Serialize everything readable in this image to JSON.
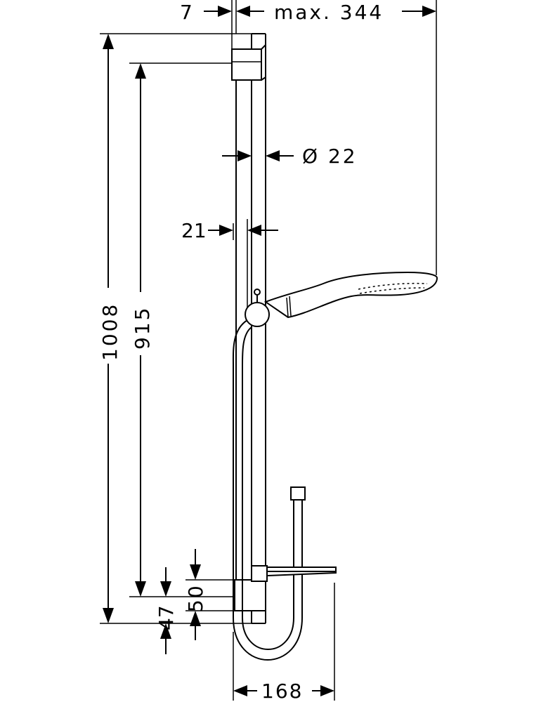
{
  "dimensions": {
    "top_offset": "7",
    "max_reach": "max. 344",
    "rod_diameter": "Ø 22",
    "wall_distance": "21",
    "total_height": "1008",
    "rail_length": "915",
    "lower_offset": "47",
    "lower_bracket": "50",
    "hose_width": "168"
  },
  "colors": {
    "line": "#000000",
    "background": "#ffffff"
  }
}
